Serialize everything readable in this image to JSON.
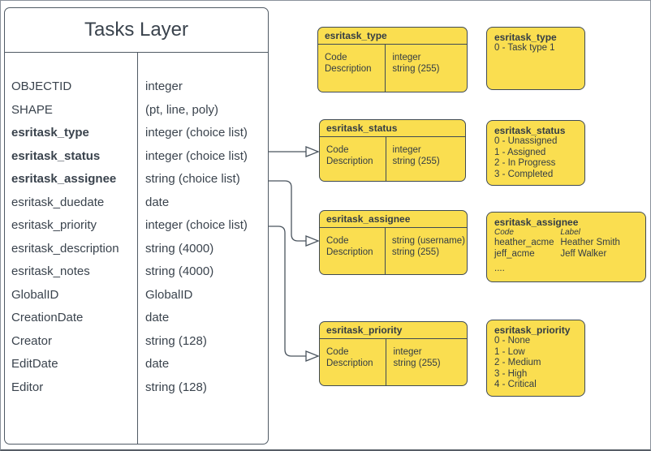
{
  "colors": {
    "box_fill": "#FADE50",
    "box_border": "#3F4A54",
    "table_border": "#505A64",
    "text": "#3A434D",
    "connector": "#4A545E"
  },
  "tasks_layer": {
    "title": "Tasks Layer",
    "fields": [
      {
        "name": "OBJECTID",
        "type": "integer",
        "bold": false
      },
      {
        "name": "SHAPE",
        "type": "(pt, line, poly)",
        "bold": false
      },
      {
        "name": "esritask_type",
        "type": "integer (choice list)",
        "bold": true
      },
      {
        "name": "esritask_status",
        "type": "integer (choice list)",
        "bold": true
      },
      {
        "name": "esritask_assignee",
        "type": "string (choice list)",
        "bold": true
      },
      {
        "name": "esritask_duedate",
        "type": "date",
        "bold": false
      },
      {
        "name": "esritask_priority",
        "type": "integer (choice list)",
        "bold": false
      },
      {
        "name": "esritask_description",
        "type": "string (4000)",
        "bold": false
      },
      {
        "name": "esritask_notes",
        "type": "string (4000)",
        "bold": false
      },
      {
        "name": "GlobalID",
        "type": "GlobalID",
        "bold": false
      },
      {
        "name": "CreationDate",
        "type": "date",
        "bold": false
      },
      {
        "name": "Creator",
        "type": "string (128)",
        "bold": false
      },
      {
        "name": "EditDate",
        "type": "date",
        "bold": false
      },
      {
        "name": "Editor",
        "type": "string (128)",
        "bold": false
      }
    ]
  },
  "schema_boxes": [
    {
      "title": "esritask_type",
      "fields": [
        [
          "Code",
          "integer"
        ],
        [
          "Description",
          "string (255)"
        ]
      ]
    },
    {
      "title": "esritask_status",
      "fields": [
        [
          "Code",
          "integer"
        ],
        [
          "Description",
          "string (255)"
        ]
      ]
    },
    {
      "title": "esritask_assignee",
      "fields": [
        [
          "Code",
          "string  (username)"
        ],
        [
          "Description",
          "string (255)"
        ]
      ]
    },
    {
      "title": "esritask_priority",
      "fields": [
        [
          "Code",
          "integer"
        ],
        [
          "Description",
          "string (255)"
        ]
      ]
    }
  ],
  "value_boxes": [
    {
      "title": "esritask_type",
      "lines": [
        "0 - Task type 1"
      ]
    },
    {
      "title": "esritask_status",
      "lines": [
        "0 - Unassigned",
        "1 - Assigned",
        "2 - In Progress",
        "3 - Completed"
      ]
    },
    {
      "title": "esritask_assignee",
      "columns": [
        "Code",
        "Label"
      ],
      "rows": [
        [
          "heather_acme",
          "Heather Smith"
        ],
        [
          "jeff_acme",
          "Jeff Walker"
        ]
      ],
      "ellipsis": "...."
    },
    {
      "title": "esritask_priority",
      "lines": [
        "0 - None",
        "1 - Low",
        "2 - Medium",
        "3 - High",
        "4 - Critical"
      ]
    }
  ]
}
